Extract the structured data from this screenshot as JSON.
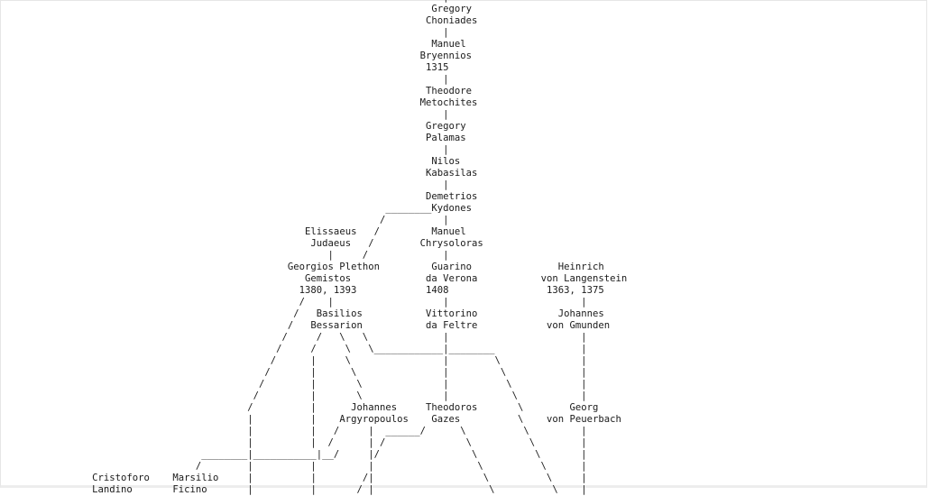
{
  "nodes": {
    "gregory_choniades": [
      "Gregory",
      "Choniades"
    ],
    "manuel_bryennios": [
      "Manuel",
      "Bryennios",
      "1315"
    ],
    "theodore_metochites": [
      "Theodore",
      "Metochites"
    ],
    "gregory_palamas": [
      "Gregory",
      "Palamas"
    ],
    "nilos_kabasilas": [
      "Nilos",
      "Kabasilas"
    ],
    "demetrios_kydones": [
      "Demetrios",
      "Kydones"
    ],
    "elissaeus_judaeus": [
      "Elissaeus",
      "Judaeus"
    ],
    "manuel_chrysoloras": [
      "Manuel",
      "Chrysoloras"
    ],
    "georgios_plethon": [
      "Georgios Plethon",
      "Gemistos",
      "1380, 1393"
    ],
    "guarino_da_verona": [
      "Guarino",
      "da Verona",
      "1408"
    ],
    "heinrich_von_langenstein": [
      "Heinrich",
      "von Langenstein",
      "1363, 1375"
    ],
    "basilios_bessarion": [
      "Basilios",
      "Bessarion"
    ],
    "vittorino_da_feltre": [
      "Vittorino",
      "da Feltre"
    ],
    "johannes_von_gmunden": [
      "Johannes",
      "von Gmunden"
    ],
    "johannes_argyropoulos": [
      "Johannes",
      "Argyropoulos"
    ],
    "theodoros_gazes": [
      "Theodoros",
      "Gazes"
    ],
    "georg_von_peuerbach": [
      "Georg",
      "von Peuerbach"
    ],
    "cristoforo_landino": [
      "Cristoforo",
      "Landino"
    ],
    "marsilio_ficino": [
      "Marsilio",
      "Ficino"
    ]
  }
}
